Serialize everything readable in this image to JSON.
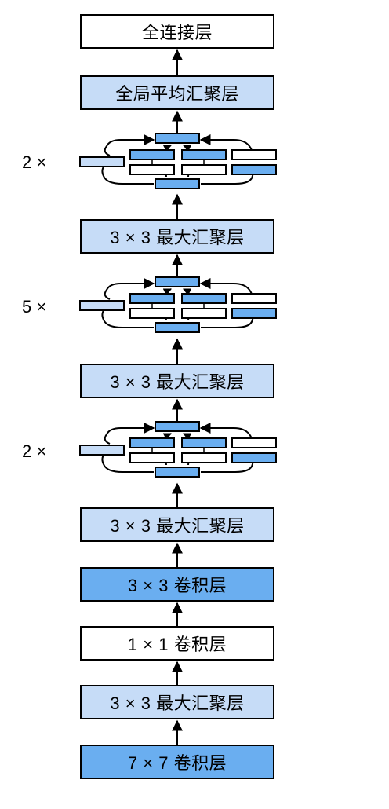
{
  "layers": {
    "fc": "全连接层",
    "gap": "全局平均汇聚层",
    "pool4": "3 × 3 最大汇聚层",
    "pool3": "3 × 3 最大汇聚层",
    "pool2": "3 × 3 最大汇聚层",
    "conv3": "3 × 3 卷积层",
    "conv2": "1 × 1 卷积层",
    "pool1": "3 × 3 最大汇聚层",
    "conv1": "7 × 7 卷积层"
  },
  "inception_groups": {
    "top_repeat": "2 ×",
    "mid_repeat": "5 ×",
    "bottom_repeat": "2 ×"
  },
  "colors": {
    "white": "#ffffff",
    "light_blue": "#c6dcf7",
    "mid_blue": "#6aaef0",
    "line": "#000000"
  }
}
